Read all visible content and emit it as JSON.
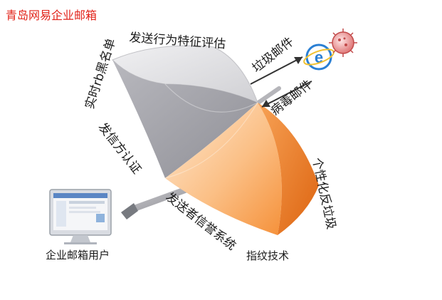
{
  "header": {
    "title": "青岛网易企业邮箱"
  },
  "labels": {
    "realtime_blacklist": "实时rb黑名单",
    "send_behavior": "发送行为特征评估",
    "spam_mail": "垃圾邮件",
    "virus_mail": "病毒邮件",
    "sender_auth": "发信方认证",
    "personalized_antispam": "个性化反垃圾",
    "sender_reputation": "发送者信誉系统",
    "fingerprint_tech": "指纹技术",
    "enterprise_user": "企业邮箱用户"
  },
  "colors": {
    "header": "#e2231a",
    "canopy_gray_light": "#e3e3e6",
    "canopy_gray_dark": "#a3a3a9",
    "canopy_orange_light": "#fde3c4",
    "canopy_orange": "#f5913a",
    "canopy_orange_dark": "#e06a10",
    "arrow": "#333333",
    "virus_red": "#d84a4a",
    "ie_blue": "#2a7fd4"
  },
  "icons": [
    "umbrella-icon",
    "spam-arrow-icon",
    "virus-arrow-icon",
    "virus-icon",
    "browser-e-icon",
    "monitor-icon"
  ]
}
